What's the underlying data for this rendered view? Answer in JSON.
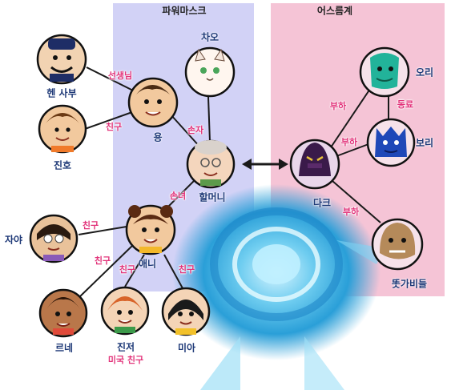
{
  "panels": {
    "left_title": "파워마스크",
    "right_title": "어스름계"
  },
  "characters": {
    "hen": "헨 사부",
    "yong": "용",
    "chao": "차오",
    "jinho": "진호",
    "grandma": "할머니",
    "dark": "다크",
    "ori": "오리",
    "bori": "보리",
    "ttokkabi": "똣가비들",
    "zaya": "자야",
    "annie": "애니",
    "rene": "르네",
    "jinjeo": "진저",
    "jinjeo_sub": "미국 친구",
    "mia": "미아"
  },
  "relations": {
    "hen_yong": "선생님",
    "jinho_yong": "친구",
    "yong_grandma": "손자",
    "grandma_annie": "손녀",
    "zaya_annie": "친구",
    "rene_annie": "친구",
    "jinjeo_annie": "친구",
    "mia_annie": "친구",
    "dark_ori": "부하",
    "ori_bori": "동료",
    "dark_bori": "부하",
    "dark_ttokkabi": "부하"
  },
  "colors": {
    "left_panel": "#d2d2f6",
    "right_panel": "#f5c4d6",
    "line": "#1a1a1a",
    "name_text": "#1f3a78",
    "relation_text": "#e2337a",
    "portal": "#39b6e8"
  }
}
